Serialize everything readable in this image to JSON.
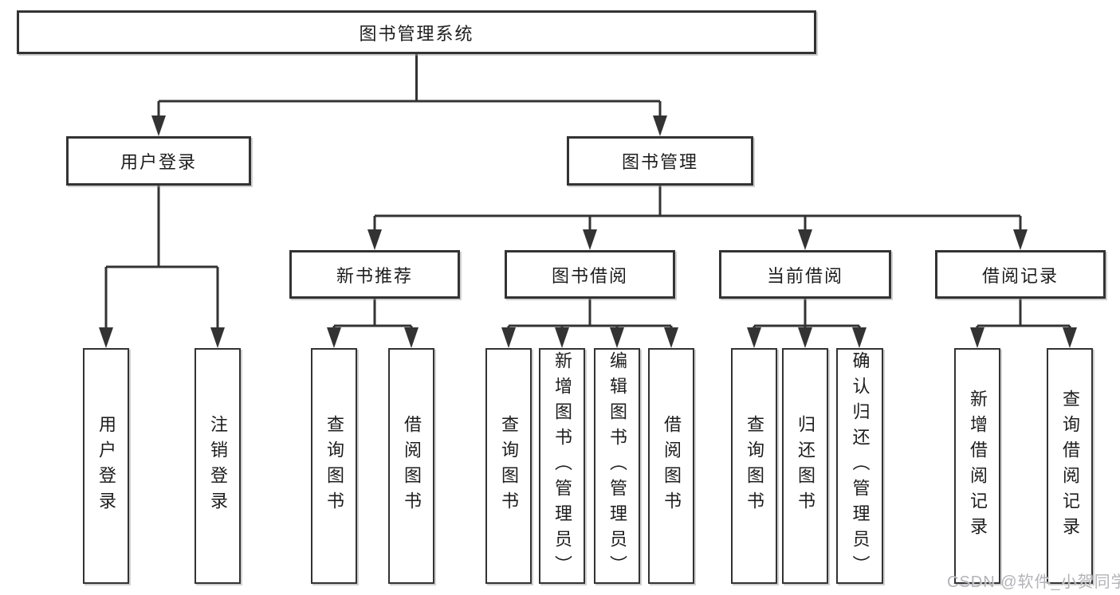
{
  "diagram": {
    "title": "图书管理系统",
    "nodes": {
      "root": "图书管理系统",
      "user_login": "用户登录",
      "book_mgmt": "图书管理",
      "new_book_rec": "新书推荐",
      "book_borrow": "图书借阅",
      "current_borrow": "当前借阅",
      "borrow_records": "借阅记录",
      "ul_login": "用户登录",
      "ul_logout": "注销登录",
      "nb_query": "查询图书",
      "nb_borrow": "借阅图书",
      "bb_query": "查询图书",
      "bb_add": "新增图书（管理员）",
      "bb_edit": "编辑图书（管理员）",
      "bb_borrow": "借阅图书",
      "cb_query": "查询图书",
      "cb_return": "归还图书",
      "cb_confirm": "确认归还（管理员）",
      "br_add": "新增借阅记录",
      "br_query": "查询借阅记录"
    },
    "hierarchy": [
      {
        "parent": "图书管理系统",
        "children": [
          "用户登录",
          "图书管理"
        ]
      },
      {
        "parent": "用户登录",
        "children": [
          "用户登录",
          "注销登录"
        ]
      },
      {
        "parent": "图书管理",
        "children": [
          "新书推荐",
          "图书借阅",
          "当前借阅",
          "借阅记录"
        ]
      },
      {
        "parent": "新书推荐",
        "children": [
          "查询图书",
          "借阅图书"
        ]
      },
      {
        "parent": "图书借阅",
        "children": [
          "查询图书",
          "新增图书（管理员）",
          "编辑图书（管理员）",
          "借阅图书"
        ]
      },
      {
        "parent": "当前借阅",
        "children": [
          "查询图书",
          "归还图书",
          "确认归还（管理员）"
        ]
      },
      {
        "parent": "借阅记录",
        "children": [
          "新增借阅记录",
          "查询借阅记录"
        ]
      }
    ]
  },
  "watermark": "CSDN @软件_小贺同学",
  "colors": {
    "line": "#333333",
    "box_border": "#333333",
    "box_fill": "#ffffff",
    "text": "#1d1d1d",
    "watermark": "#b3b3b8"
  }
}
